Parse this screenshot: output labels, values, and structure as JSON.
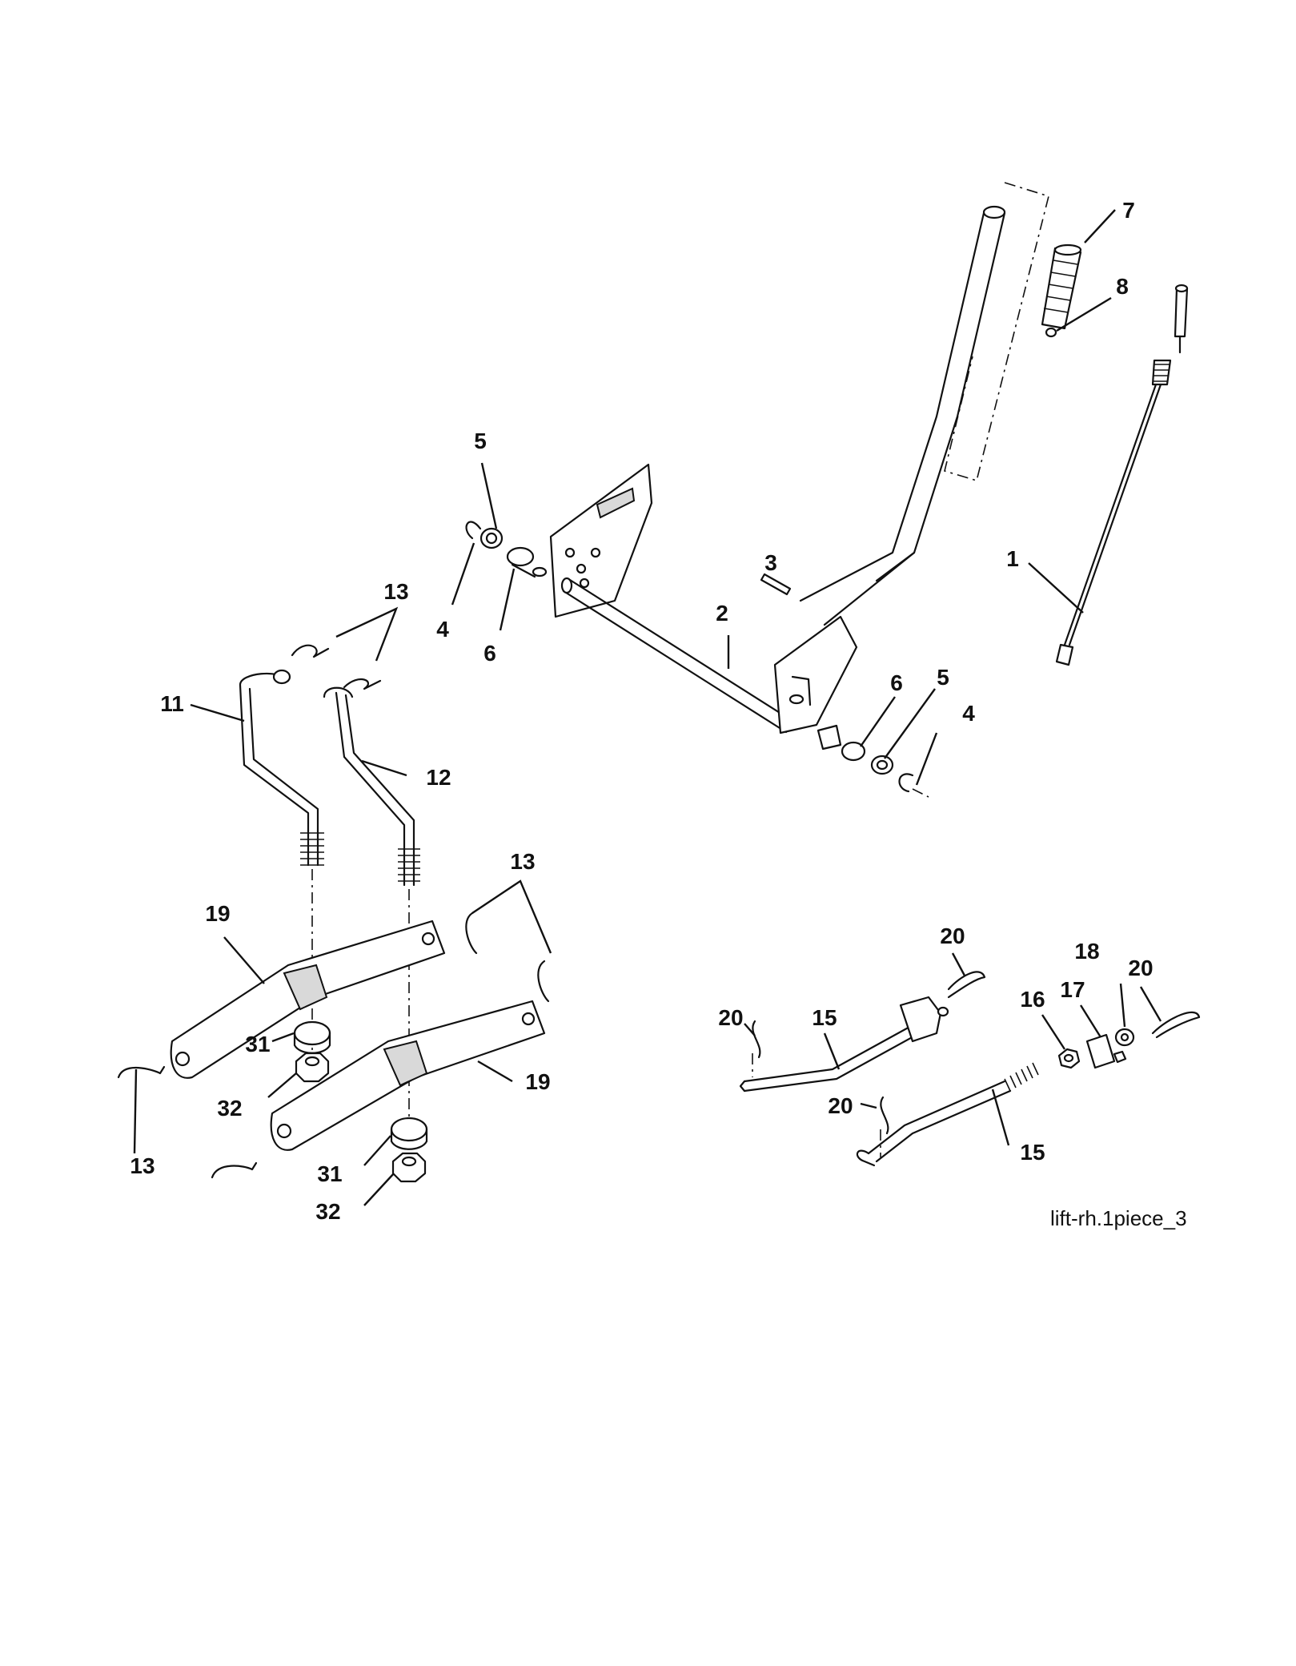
{
  "diagram": {
    "caption": "lift-rh.1piece_3",
    "callouts": {
      "c1": "1",
      "c2": "2",
      "c3": "3",
      "c4a": "4",
      "c4b": "4",
      "c5a": "5",
      "c5b": "5",
      "c6a": "6",
      "c6b": "6",
      "c7": "7",
      "c8": "8",
      "c11": "11",
      "c12": "12",
      "c13a": "13",
      "c13b": "13",
      "c13c": "13",
      "c15a": "15",
      "c15b": "15",
      "c16": "16",
      "c17": "17",
      "c18": "18",
      "c19a": "19",
      "c19b": "19",
      "c20a": "20",
      "c20b": "20",
      "c20c": "20",
      "c20d": "20",
      "c31a": "31",
      "c31b": "31",
      "c32a": "32",
      "c32b": "32"
    }
  }
}
